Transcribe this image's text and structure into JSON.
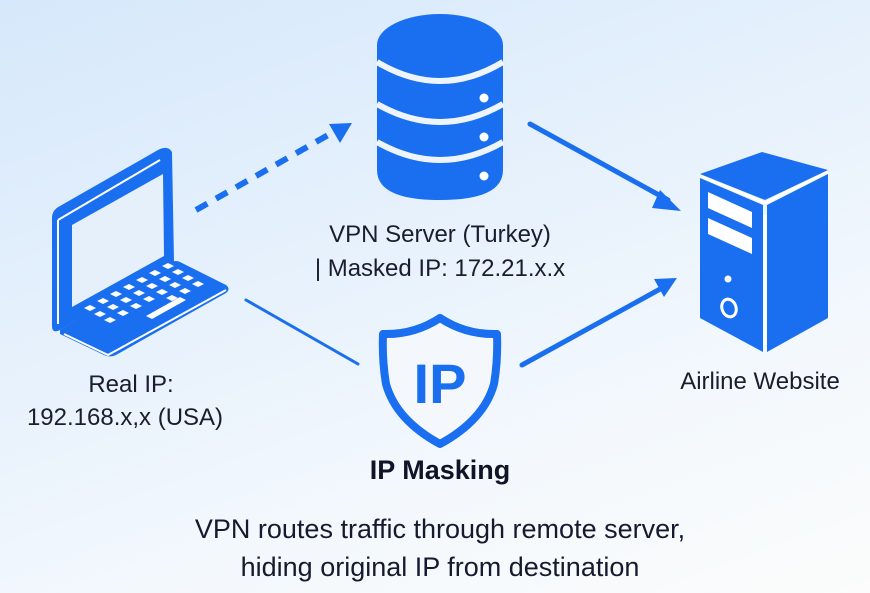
{
  "diagram": {
    "title": "IP Masking",
    "caption_lines": [
      "VPN routes traffic through remote server,",
      "hiding original IP from destination"
    ],
    "colors": {
      "primary_blue": "#1a6ff0",
      "text_dark": "#161a2e",
      "background_top": "#d6e8fb",
      "background_bottom": "#fbfcfb"
    },
    "nodes": {
      "client": {
        "icon": "laptop-icon",
        "label_lines": [
          "Real IP:",
          "192.168.x,x (USA)"
        ]
      },
      "vpn_server": {
        "icon": "database-server-icon",
        "label_lines": [
          "VPN Server (Turkey)",
          "| Masked IP: 172.21.x.x"
        ]
      },
      "destination": {
        "icon": "server-tower-icon",
        "label_lines": [
          "Airline Website"
        ]
      },
      "masking": {
        "icon": "shield-icon",
        "shield_text": "IP"
      }
    },
    "edges": [
      {
        "from": "client",
        "to": "vpn_server",
        "style": "dashed",
        "arrow": true
      },
      {
        "from": "vpn_server",
        "to": "destination",
        "style": "solid",
        "arrow": true
      },
      {
        "from": "client",
        "to": "masking",
        "style": "solid-thin",
        "arrow": false
      },
      {
        "from": "masking",
        "to": "destination",
        "style": "solid",
        "arrow": true
      }
    ]
  }
}
